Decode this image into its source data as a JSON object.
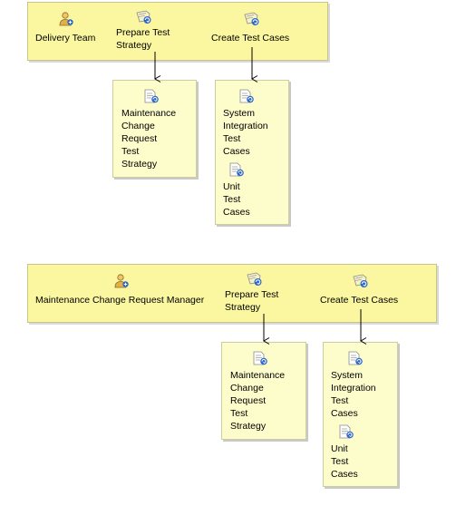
{
  "diagram1": {
    "role": {
      "label": "Delivery Team",
      "icon": "role-person-icon"
    },
    "tasks": [
      {
        "label": "Prepare Test\nStrategy",
        "icon": "task-gear-icon"
      },
      {
        "label": "Create Test Cases",
        "icon": "task-gear-icon"
      }
    ],
    "outputs": [
      {
        "items": [
          {
            "label": "Maintenance\nChange\nRequest\nTest\nStrategy",
            "icon": "work-product-document-icon"
          }
        ]
      },
      {
        "items": [
          {
            "label": "System\nIntegration\nTest\nCases",
            "icon": "work-product-document-icon"
          },
          {
            "label": "Unit\nTest\nCases",
            "icon": "work-product-document-icon"
          }
        ]
      }
    ]
  },
  "diagram2": {
    "role": {
      "label": "Maintenance Change Request Manager",
      "icon": "role-person-icon"
    },
    "tasks": [
      {
        "label": "Prepare Test\nStrategy",
        "icon": "task-gear-icon"
      },
      {
        "label": "Create Test Cases",
        "icon": "task-gear-icon"
      }
    ],
    "outputs": [
      {
        "items": [
          {
            "label": "Maintenance\nChange\nRequest\nTest\nStrategy",
            "icon": "work-product-document-icon"
          }
        ]
      },
      {
        "items": [
          {
            "label": "System\nIntegration\nTest\nCases",
            "icon": "work-product-document-icon"
          },
          {
            "label": "Unit\nTest\nCases",
            "icon": "work-product-document-icon"
          }
        ]
      }
    ]
  },
  "colors": {
    "lane": "#fbf7a0",
    "box": "#fdfccb",
    "border": "#c9c58a",
    "icon_blue": "#2b66c9"
  }
}
